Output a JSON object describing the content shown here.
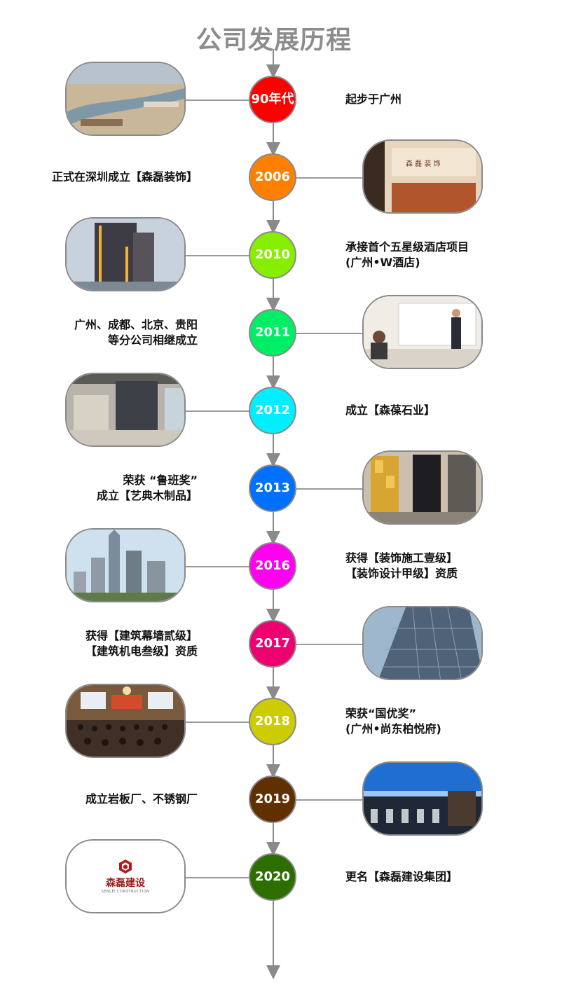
{
  "title": "公司发展历程",
  "milestones": [
    {
      "year": "90年代",
      "text": "起步于广州",
      "photo_side": "left",
      "color": "#ff0000",
      "photo": "city-river-aerial-photo"
    },
    {
      "year": "2006",
      "text": "正式在深圳成立【森磊装饰】",
      "photo_side": "right",
      "color": "#ff8000",
      "photo": "office-reception-photo"
    },
    {
      "year": "2010",
      "text": "承接首个五星级酒店项目\n(广州•W酒店)",
      "photo_side": "left",
      "color": "#88ee00",
      "photo": "hotel-building-photo"
    },
    {
      "year": "2011",
      "text": "广州、成都、北京、贵阳\n等分公司相继成立",
      "photo_side": "right",
      "color": "#00ee66",
      "photo": "meeting-presentation-photo"
    },
    {
      "year": "2012",
      "text": "成立【森葆石业】",
      "photo_side": "left",
      "color": "#00eeff",
      "photo": "stone-building-entrance-photo"
    },
    {
      "year": "2013",
      "text": "荣获 “鲁班奖”\n成立【艺典木制品】",
      "photo_side": "right",
      "color": "#0070ff",
      "photo": "lobby-interior-photo"
    },
    {
      "year": "2016",
      "text": "获得【装饰施工壹级】\n【装饰设计甲级】资质",
      "photo_side": "left",
      "color": "#ff00ee",
      "photo": "skyline-photo"
    },
    {
      "year": "2017",
      "text": "获得【建筑幕墙贰级】\n【建筑机电叁级】资质",
      "photo_side": "right",
      "color": "#ee0070",
      "photo": "glass-tower-photo"
    },
    {
      "year": "2018",
      "text": "荣获“国优奖”\n(广州•尚东柏悦府)",
      "photo_side": "left",
      "color": "#cccc00",
      "photo": "conference-hall-photo"
    },
    {
      "year": "2019",
      "text": "成立岩板厂、不锈钢厂",
      "photo_side": "right",
      "color": "#603000",
      "photo": "factory-photo"
    },
    {
      "year": "2020",
      "text": "更名【森磊建设集团】",
      "photo_side": "left",
      "color": "#2d6e00",
      "photo": "company-logo"
    }
  ],
  "logo": {
    "name": "森磊建设",
    "subtitle": "SENLEI CONSTRUCTION"
  }
}
